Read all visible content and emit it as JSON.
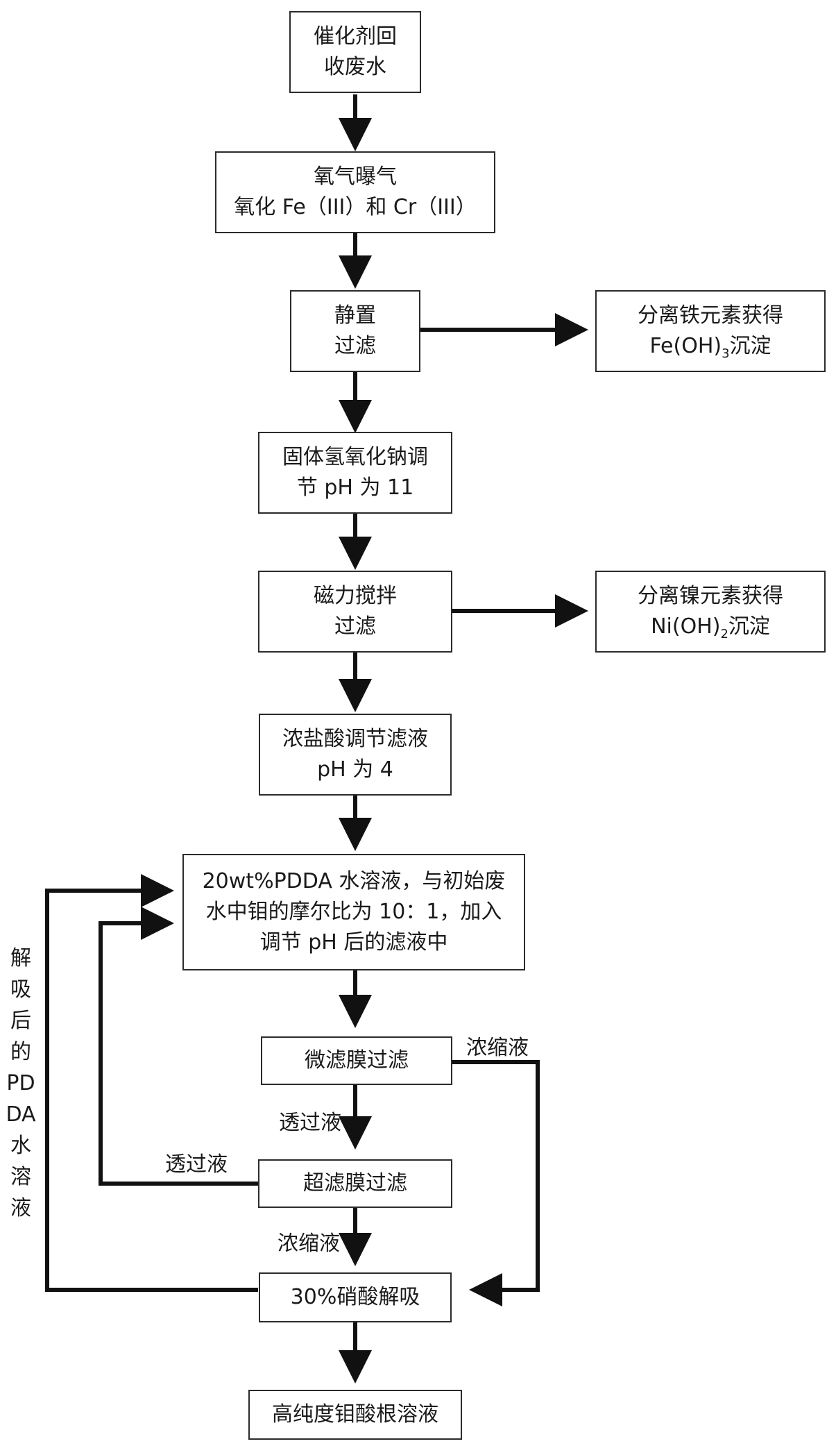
{
  "nodes": {
    "n1": {
      "line1": "催化剂回",
      "line2": "收废水"
    },
    "n2": {
      "line1": "氧气曝气",
      "line2": "氧化 Fe（III）和 Cr（III）"
    },
    "n3": {
      "line1": "静置",
      "line2": "过滤"
    },
    "n3r": {
      "line1": "分离铁元素获得",
      "line2_prefix": "Fe(OH)",
      "line2_sub": "3",
      "line2_suffix": "沉淀"
    },
    "n4": {
      "line1": "固体氢氧化钠调",
      "line2": "节 pH 为 11"
    },
    "n5": {
      "line1": "磁力搅拌",
      "line2": "过滤"
    },
    "n5r": {
      "line1": "分离镍元素获得",
      "line2_prefix": "Ni(OH)",
      "line2_sub": "2",
      "line2_suffix": "沉淀"
    },
    "n6": {
      "line1": "浓盐酸调节滤液",
      "line2": "pH 为 4"
    },
    "n7": {
      "line1": "20wt%PDDA 水溶液，与初始废",
      "line2": "水中钼的摩尔比为 10：1，加入",
      "line3": "调节 pH 后的滤液中"
    },
    "n8": {
      "line1": "微滤膜过滤"
    },
    "n9": {
      "line1": "超滤膜过滤"
    },
    "n10": {
      "line1": "30%硝酸解吸"
    },
    "n11": {
      "line1": "高纯度钼酸根溶液"
    }
  },
  "edge_labels": {
    "mf_concentrate": "浓缩液",
    "mf_permeate": "透过液",
    "uf_permeate": "透过液",
    "uf_concentrate": "浓缩液"
  },
  "side_label": [
    "解",
    "吸",
    "后",
    "的",
    "PD",
    "DA",
    "水",
    "溶",
    "液"
  ]
}
